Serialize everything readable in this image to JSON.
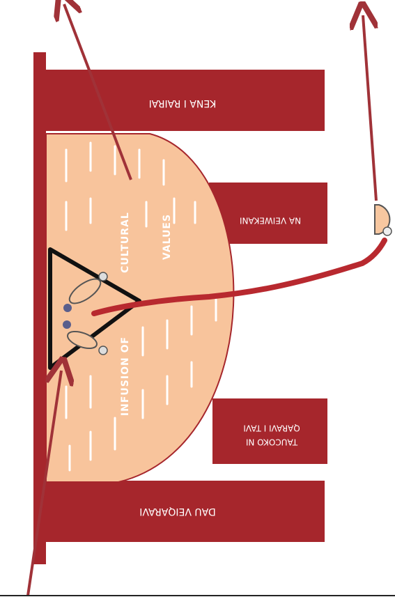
{
  "diagram": {
    "labels": {
      "top_bar": "KENA I RAIRAI",
      "upper_mid_bar": "NA VEIWEKANI",
      "lower_mid_bar_line1": "TAUCOKO NI",
      "lower_mid_bar_line2": "QARAVI I TAVI",
      "bottom_bar": "DAU VEIQARAVI",
      "infusion_line1": "INFUSION OF",
      "infusion_line2": "CULTURAL",
      "infusion_line3": "VALUES"
    },
    "colors": {
      "bar_red": "#a6262c",
      "dome_peach": "#f8c49c",
      "cable_red": "#b8292f",
      "arrow_red": "#a03238",
      "triangle_black": "#111111",
      "figure_peach": "#f7c7a0",
      "figure_node": "#5a5e8c"
    },
    "icons": [
      "up-arrow-left-icon",
      "up-arrow-right-icon",
      "triangle-icon",
      "figure-icon"
    ]
  }
}
